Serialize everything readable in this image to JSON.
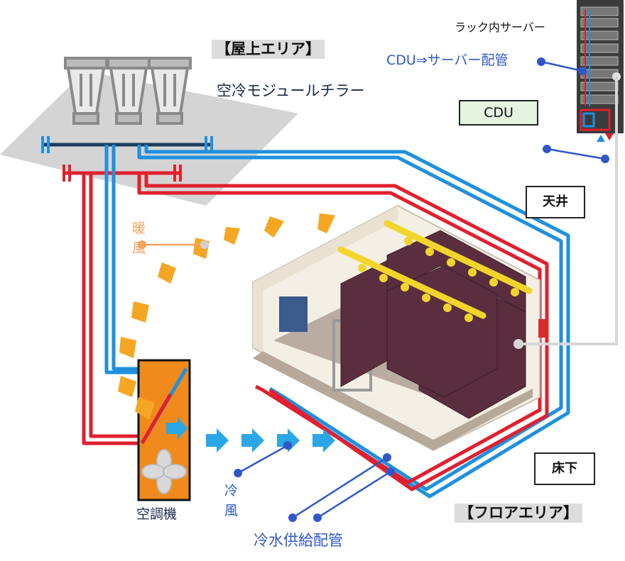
{
  "labels": {
    "rooftop_area": "【屋上エリア】",
    "chiller": "空冷モジュールチラー",
    "rack_server": "ラック内サーバー",
    "cdu_pipe": "CDU⇒サーバー配管",
    "cdu": "CDU",
    "ceiling": "天井",
    "warm_air_1": "暖",
    "warm_air_2": "風",
    "cold_air_1": "冷",
    "cold_air_2": "風",
    "air_conditioner": "空調機",
    "underfloor": "床下",
    "floor_area": "【フロアエリア】",
    "chilled_water_pipe": "冷水供給配管"
  },
  "colors": {
    "cold_pipe": "#1e90e0",
    "hot_pipe": "#e0202e",
    "warm_arrow": "#f5a623",
    "cold_arrow": "#2aa7e6",
    "leader_blue": "#2f57c9",
    "ac_unit": "#f08a1c",
    "rack_yellow": "#f2d52a",
    "rooftop_gray": "#d4d4d4"
  }
}
